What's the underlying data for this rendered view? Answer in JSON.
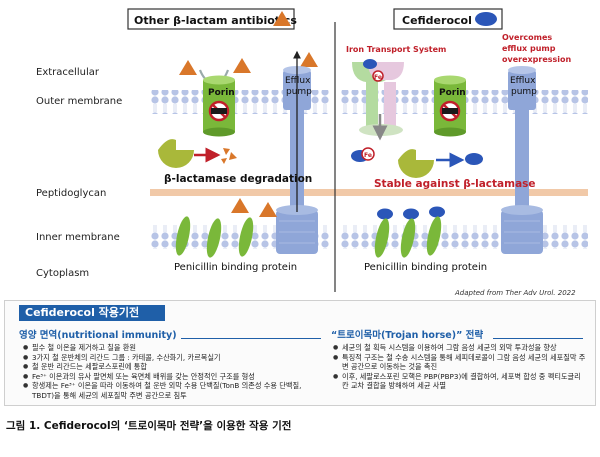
{
  "diagram": {
    "left_title": "Other β-lactam antibiotics",
    "right_title": "Cefiderocol",
    "layer_labels": [
      "Extracellular",
      "Outer membrane",
      "Peptidoglycan",
      "Inner membrane",
      "Cytoplasm"
    ],
    "porin_label": "Porin",
    "efflux_label": "Efflux pump",
    "iron_transport_label": "Iron Transport System",
    "overexpression_label": "Overcomes efflux pump overexpression",
    "degradation_label": "β-lactamase degradation",
    "stable_label": "Stable against β-lactamase",
    "pbp_label": "Penicillin binding protein",
    "fe_symbol": "Fe",
    "source_note": "Adapted from Ther Adv Urol. 2022",
    "colors": {
      "lactam": "#d9772a",
      "cefiderocol": "#2b56b8",
      "green": "#7ab83a",
      "pump": "#8fa6d8",
      "red_text": "#c0202a",
      "membrane": "#b7c4e6"
    }
  },
  "info": {
    "box_title": "Cefiderocol 작용기전",
    "left_heading": "영양 면역(nutritional immunity)",
    "left_bullets": [
      "필수 철 이온을 제거하고 칠을 환원",
      "3가지 철 운반체의 리간드 그룹 : 카테콜, 수산화기, 카르복실기",
      "철 운반 리간드는 세팔로스포린에 통합",
      "Fe³⁺ 이온과의 유사 팔면체 또는 육면체 배위를 갖는 안정적인 구조를 형성",
      "항생제는 Fe³⁺ 이온을 따라 이동하여 철 운반 외막 수용 단백질(TonB 의존성 수용 단백질, TBDT)을 통해 세균의 세포질막 주변 공간으로 침투"
    ],
    "right_heading": "“트로이목마(Trojan horse)” 전략",
    "right_bullets": [
      "세균의 철 획득 시스템을 이용하여 그람 음성 세균의 외막 투과성을 향상",
      "특징적 구조는 철 수송 시스템을 통해 세피데로콜이 그람 음성 세균의 세포질막 주변 공간으로 이동하는 것을 촉진",
      "이후, 세팔로스포린 모핵은 PBP(PBP3)에 결합하여, 세포벽 합성 중 펙티도글리칸 교차 결합을 방해하여 세균 사멸"
    ]
  },
  "caption": "그림 1. Cefiderocol의 ‘트로이목마 전략’을 이용한 작용 기전"
}
